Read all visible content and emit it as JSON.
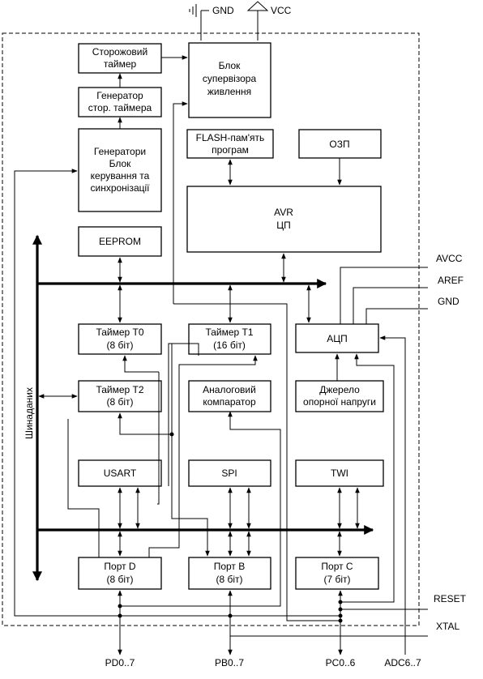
{
  "power": {
    "gnd": "GND",
    "vcc": "VCC"
  },
  "blocks": {
    "watchdog": [
      "Сторожовий",
      "таймер"
    ],
    "watchdog_gen": [
      "Генератор",
      "стор. таймера"
    ],
    "gen_ctrl": [
      "Генератори",
      "Блок",
      "керування та",
      "синхронізації"
    ],
    "supervisor": [
      "Блок",
      "супервізора",
      "живлення"
    ],
    "flash": [
      "FLASH-пам'ять",
      "програм"
    ],
    "ram": [
      "ОЗП"
    ],
    "cpu": [
      "AVR",
      "ЦП"
    ],
    "eeprom": [
      "EEPROM"
    ],
    "timer0": [
      "Таймер T0",
      "(8 біт)"
    ],
    "timer1": [
      "Таймер T1",
      "(16 біт)"
    ],
    "adc": [
      "АЦП"
    ],
    "timer2": [
      "Таймер T2",
      "(8 біт)"
    ],
    "comparator": [
      "Аналоговий",
      "компаратор"
    ],
    "vref": [
      "Джерело",
      "опорної напруги"
    ],
    "usart": [
      "USART"
    ],
    "spi": [
      "SPI"
    ],
    "twi": [
      "TWI"
    ],
    "portd": [
      "Порт D",
      "(8 біт)"
    ],
    "portb": [
      "Порт B",
      "(8 біт)"
    ],
    "portc": [
      "Порт C",
      "(7 біт)"
    ]
  },
  "bus_label": "Шинаданих",
  "side_pins": {
    "avcc": "AVCC",
    "aref": "AREF",
    "gnd": "GND",
    "reset": "RESET",
    "xtal": "XTAL"
  },
  "bottom_pins": {
    "pd": "PD0..7",
    "pb": "PB0..7",
    "pc": "PC0..6",
    "adc": "ADC6..7"
  }
}
